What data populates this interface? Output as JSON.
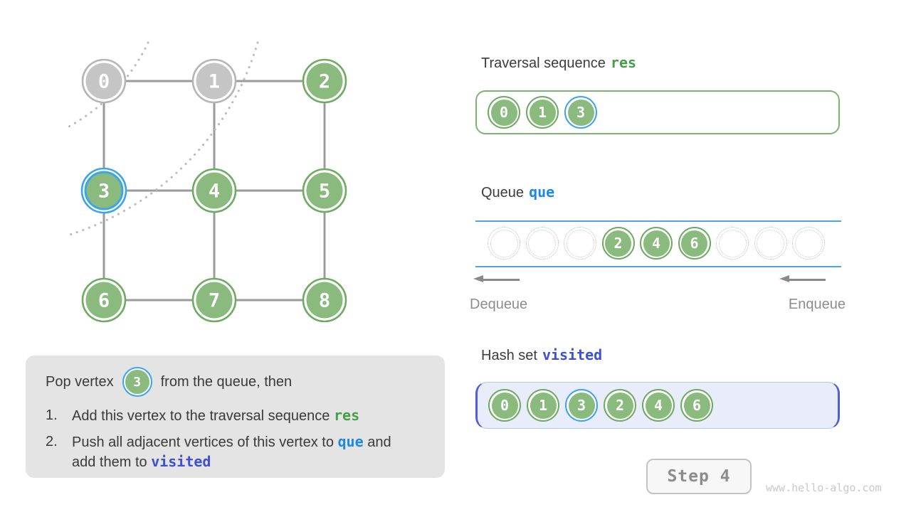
{
  "colors": {
    "green_fill": "#8aba7e",
    "green_stroke": "#6cab60",
    "gray_fill": "#c5c5c5",
    "gray_stroke": "#b5b5b5",
    "highlight_blue": "#3aa5ea",
    "edge_gray": "#9b9b9b",
    "arc_gray": "#bdbdbd",
    "res_green": "#43a047",
    "que_blue": "#1e88e5",
    "visited_indigo": "#3d4fd4"
  },
  "graph": {
    "nodes": [
      {
        "label": "0",
        "state": "done"
      },
      {
        "label": "1",
        "state": "done"
      },
      {
        "label": "2",
        "state": "green"
      },
      {
        "label": "3",
        "state": "current"
      },
      {
        "label": "4",
        "state": "green"
      },
      {
        "label": "5",
        "state": "green"
      },
      {
        "label": "6",
        "state": "green"
      },
      {
        "label": "7",
        "state": "green"
      },
      {
        "label": "8",
        "state": "green"
      }
    ],
    "edges": [
      [
        0,
        1
      ],
      [
        1,
        2
      ],
      [
        0,
        3
      ],
      [
        1,
        4
      ],
      [
        2,
        5
      ],
      [
        3,
        4
      ],
      [
        4,
        5
      ],
      [
        3,
        6
      ],
      [
        4,
        7
      ],
      [
        5,
        8
      ],
      [
        6,
        7
      ],
      [
        7,
        8
      ]
    ]
  },
  "traversal": {
    "title": "Traversal sequence",
    "code": "res",
    "items": [
      {
        "label": "0"
      },
      {
        "label": "1"
      },
      {
        "label": "3",
        "highlight": true
      }
    ]
  },
  "queue": {
    "title": "Queue",
    "code": "que",
    "slots": [
      null,
      null,
      null,
      "2",
      "4",
      "6",
      null,
      null,
      null
    ],
    "dequeue_label": "Dequeue",
    "enqueue_label": "Enqueue"
  },
  "hashset": {
    "title": "Hash set",
    "code": "visited",
    "items": [
      {
        "label": "0"
      },
      {
        "label": "1"
      },
      {
        "label": "3",
        "highlight": true
      },
      {
        "label": "2"
      },
      {
        "label": "4"
      },
      {
        "label": "6"
      }
    ]
  },
  "note": {
    "intro_before": "Pop vertex",
    "vertex": "3",
    "intro_after": "from the queue, then",
    "items": [
      {
        "number": "1.",
        "parts": [
          {
            "text": "Add this vertex to the traversal sequence "
          },
          {
            "text": "res",
            "style": "code-green"
          }
        ]
      },
      {
        "number": "2.",
        "parts": [
          {
            "text": "Push all adjacent vertices of this vertex to "
          },
          {
            "text": "que",
            "style": "code-blue"
          },
          {
            "text": " and add them to "
          },
          {
            "text": "visited",
            "style": "code-indigo"
          }
        ]
      }
    ]
  },
  "footer": {
    "step_label": "Step 4",
    "watermark": "www.hello-algo.com"
  }
}
